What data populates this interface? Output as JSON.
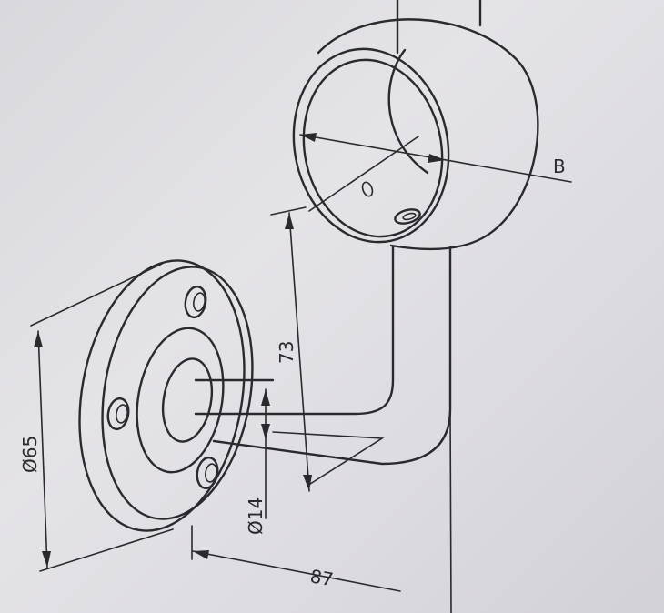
{
  "dimensions": {
    "flange_diameter": "Ø65",
    "tube_diameter": "Ø14",
    "height": "73",
    "projection": "87",
    "saddle_diameter": "B"
  },
  "colors": {
    "ink": "#2a2a2e",
    "paper": "#dedde1"
  }
}
